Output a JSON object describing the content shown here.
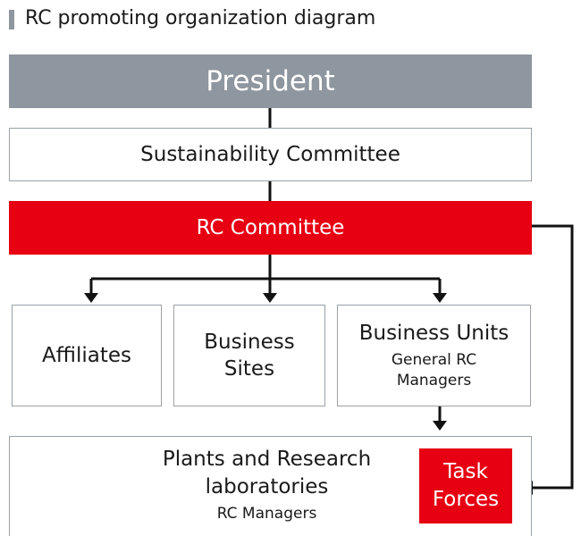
{
  "diagram": {
    "title": "RC promoting organization diagram",
    "president": "President",
    "sustainability_committee": "Sustainability Committee",
    "rc_committee": "RC Committee",
    "affiliates": "Affiliates",
    "business_sites": [
      "Business",
      "Sites"
    ],
    "business_units": {
      "title": "Business Units",
      "sub": [
        "General RC",
        "Managers"
      ]
    },
    "plants": {
      "title": [
        "Plants and Research",
        "laboratories"
      ],
      "sub": "RC Managers"
    },
    "task_forces": [
      "Task",
      "Forces"
    ]
  },
  "colors": {
    "president_fill": "#8e969f",
    "rc_red": "#e60012",
    "box_border": "#9aa1a8"
  }
}
